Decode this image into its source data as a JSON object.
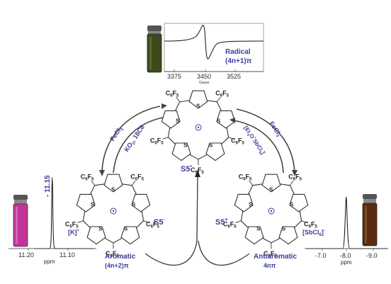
{
  "epr": {
    "ticks": [
      "3375",
      "3450",
      "3525"
    ],
    "axis_unit": "Gauss",
    "label_line1": "Radical",
    "label_line2": "(4n+1)π"
  },
  "center": {
    "label": "S5",
    "label_sup": "•",
    "sub": "6",
    "c_label": "C",
    "f_label": "F",
    "s_label": "S"
  },
  "left": {
    "label": "S5",
    "label_sup": "-",
    "counterion": "[K]",
    "counterion_sup": "+",
    "aromatic_line1": "Aromatic",
    "aromatic_line2": "(4n+2)π"
  },
  "right": {
    "label": "S5",
    "label_sup": "+",
    "counterion": "[SbCl",
    "counterion_sub": "6",
    "counterion_tail": "]",
    "counterion_sup": "-",
    "antiaromatic_line1": "Antiaromatic",
    "antiaromatic_line2": "4nπ"
  },
  "arrows": {
    "left_top": "FeCl",
    "left_top_sub": "3",
    "left_bottom": "KO",
    "left_bottom_sub": "2",
    "left_bottom_tail": ", 18C6",
    "right_top": "FeCl",
    "right_top_sub": "3",
    "right_bottom_a": "[Et",
    "right_bottom_sub": "3",
    "right_bottom_b": "O",
    "right_bottom_sup": "+",
    "right_bottom_c": "SbCl",
    "right_bottom_sub2": "6",
    "right_bottom_d": "]",
    "right_bottom_sup2": "-"
  },
  "nmr_left": {
    "peak_label": "11.15",
    "ticks": [
      "11.20",
      "11.10"
    ],
    "unit": "ppm"
  },
  "nmr_right": {
    "ticks": [
      "-7.0",
      "-8.0",
      "-9.0"
    ],
    "unit": "ppm"
  },
  "colors": {
    "label_blue": "#3b3b9a",
    "vial_green": "#3c4a1c",
    "vial_magenta": "#c2349a",
    "vial_brown": "#5a2c10"
  }
}
